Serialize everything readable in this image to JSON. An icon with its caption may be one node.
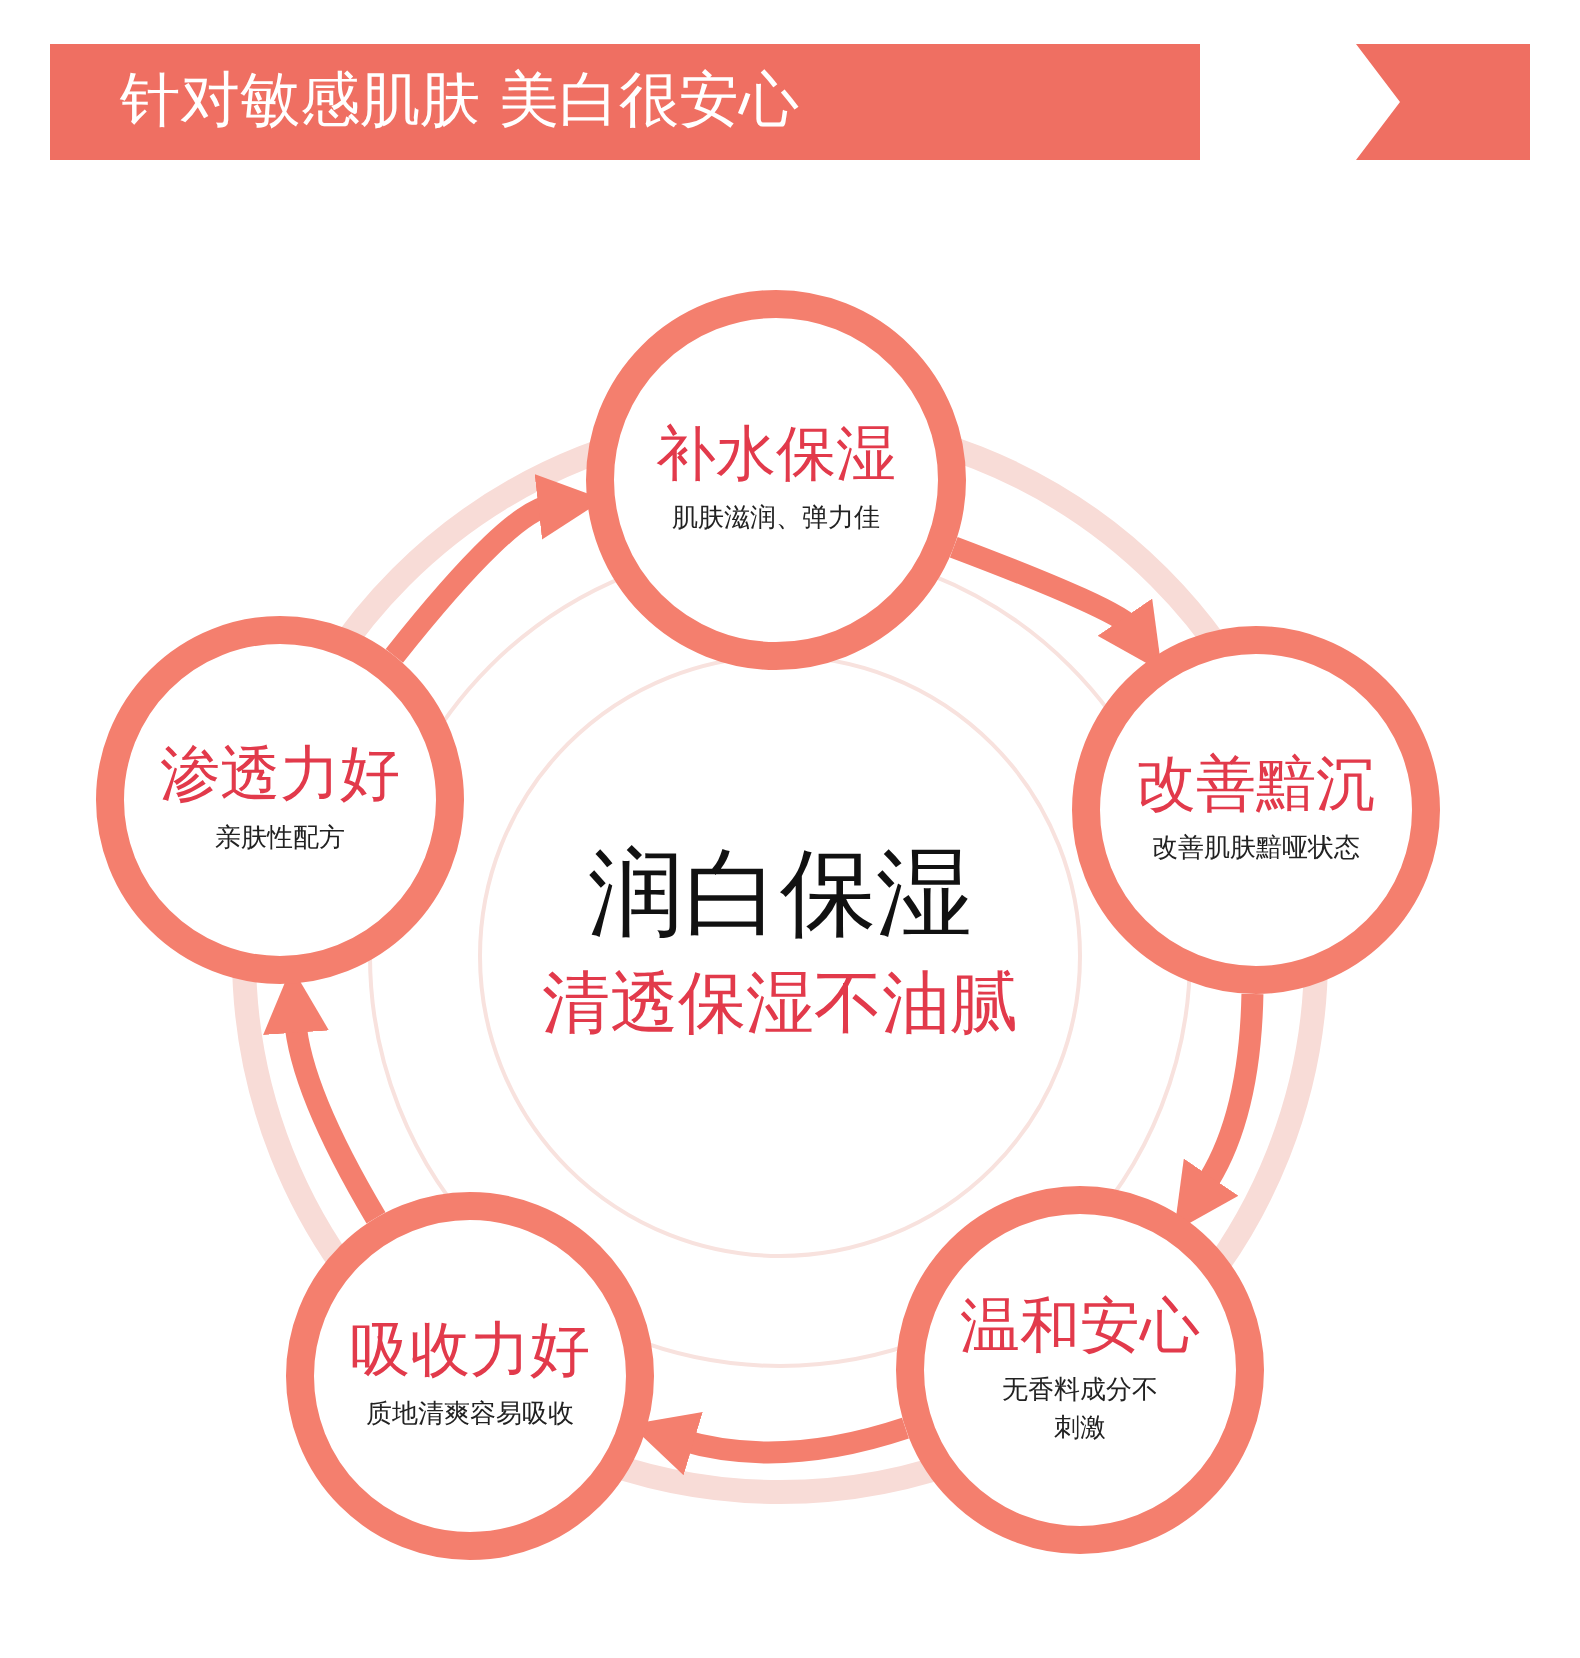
{
  "diagram": {
    "title": "针对敏感肌肤 美白很安心",
    "nodes": [
      {
        "text": [
          "润白保湿",
          "清透保湿不油腻"
        ]
      },
      {
        "text": [
          "补水保湿",
          "肌肤滋润、弹力佳"
        ]
      },
      {
        "text": [
          "改善黯沉",
          "改善肌肤黯哑状态"
        ]
      },
      {
        "text": [
          "温和安心",
          "无香料成分不刺激"
        ]
      },
      {
        "text": [
          "吸收力好",
          "质地清爽容易吸收"
        ]
      },
      {
        "text": [
          "渗透力好",
          "亲肤性配方"
        ]
      }
    ],
    "edges": [
      {
        "from": 1,
        "to": 2,
        "arrow": "to"
      },
      {
        "from": 2,
        "to": 3,
        "arrow": "to"
      },
      {
        "from": 3,
        "to": 4,
        "arrow": "to"
      },
      {
        "from": 4,
        "to": 5,
        "arrow": "to"
      },
      {
        "from": 5,
        "to": 1,
        "arrow": "to"
      }
    ]
  }
}
